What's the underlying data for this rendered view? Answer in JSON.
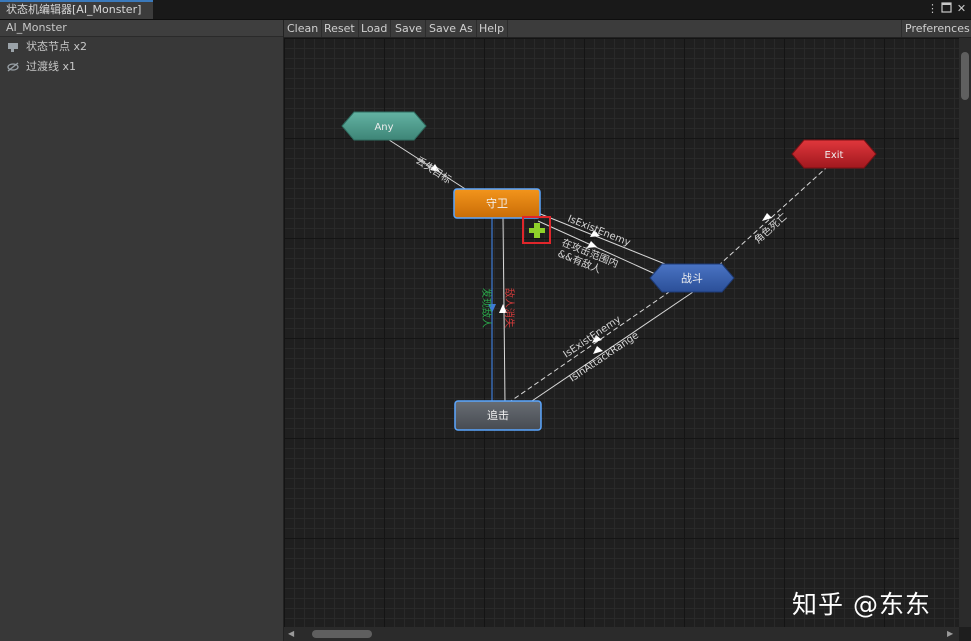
{
  "window": {
    "tab_title": "状态机编辑器[AI_Monster]",
    "menu_icon": "kebab-menu-icon",
    "maximize_icon": "maximize-icon",
    "close_icon": "close-icon"
  },
  "left_panel": {
    "header": "AI_Monster",
    "items": [
      {
        "label": "状态节点 x2",
        "icon": "state-node-icon"
      },
      {
        "label": "过渡线 x1",
        "icon": "transition-icon"
      }
    ]
  },
  "toolbar": {
    "buttons": [
      "Clean",
      "Reset",
      "Load",
      "Save",
      "Save As",
      "Help"
    ],
    "preferences": "Preferences"
  },
  "graph": {
    "nodes": {
      "any": {
        "label": "Any",
        "color": "#4f9a8b"
      },
      "exit": {
        "label": "Exit",
        "color": "#c4262b"
      },
      "guard": {
        "label": "守卫",
        "color": "#e2820e"
      },
      "battle": {
        "label": "战斗",
        "color": "#3a62b0"
      },
      "chase": {
        "label": "追击",
        "color": "#555a60"
      }
    },
    "transitions": {
      "any_to_guard": "丢失目标",
      "battle_to_exit": "角色死亡",
      "guard_to_battle_1": "IsExistEnemy",
      "guard_to_battle_2": "在攻击范围内",
      "guard_to_battle_3": "&&有敌人",
      "chase_to_guard": "敌人消失",
      "guard_to_chase": "发现敌人",
      "chase_to_battle_1": "IsExistEnemy",
      "chase_to_battle_2": "IsInAttackRange"
    },
    "add_icon": "plus-icon",
    "add_color": "#8fd12a"
  },
  "watermark": "知乎 @东东"
}
